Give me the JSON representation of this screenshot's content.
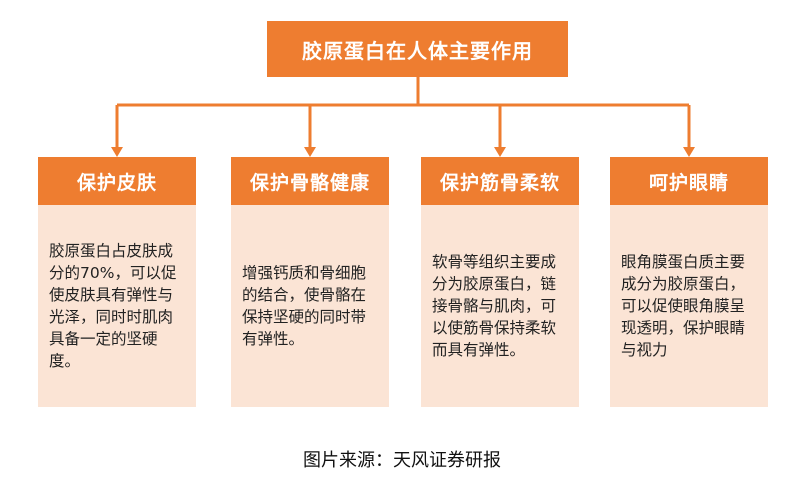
{
  "title": "胶原蛋白在人体主要作用",
  "cards": [
    {
      "header": "保护皮肤",
      "text": "胶原蛋白占皮肤成分的70%，可以促使皮肤具有弹性与光泽，同时时肌肉具备一定的坚硬度。"
    },
    {
      "header": "保护骨骼健康",
      "text": "增强钙质和骨细胞的结合，使骨骼在保持坚硬的同时带有弹性。"
    },
    {
      "header": "保护筋骨柔软",
      "text": "软骨等组织主要成分为胶原蛋白，链接骨骼与肌肉，可以使筋骨保持柔软而具有弹性。"
    },
    {
      "header": "呵护眼睛",
      "text": "眼角膜蛋白质主要成分为胶原蛋白，可以促使眼角膜呈现透明，保护眼睛与视力"
    }
  ],
  "source": "图片来源：天风证券研报",
  "colors": {
    "accent": "#ee7d30",
    "card_body": "#fbe4d5",
    "text": "#222222"
  }
}
